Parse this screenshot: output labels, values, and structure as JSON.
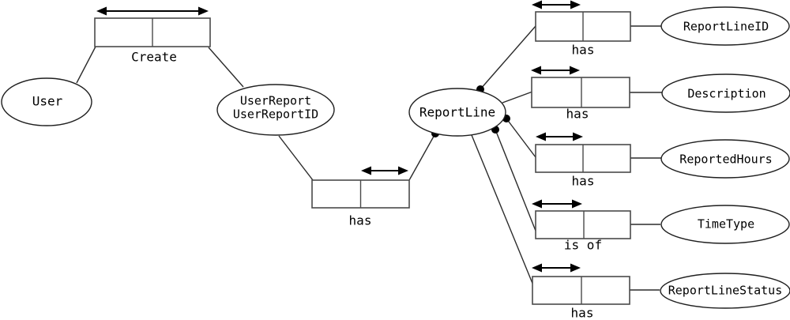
{
  "entities": {
    "user": {
      "label": "User"
    },
    "user_report": {
      "label_line1": "UserReport",
      "label_line2": "UserReportID"
    },
    "report_line": {
      "label": "ReportLine"
    }
  },
  "attributes": {
    "report_line_id": {
      "label": "ReportLineID"
    },
    "description": {
      "label": "Description"
    },
    "reported_hours": {
      "label": "ReportedHours"
    },
    "time_type": {
      "label": "TimeType"
    },
    "report_line_status": {
      "label": "ReportLineStatus"
    }
  },
  "relationships": {
    "create": {
      "label": "Create"
    },
    "user_report_has": {
      "label": "has"
    },
    "report_line_id_has": {
      "label": "has"
    },
    "description_has": {
      "label": "has"
    },
    "reported_hours_has": {
      "label": "has"
    },
    "time_type_is_of": {
      "label": "is of"
    },
    "report_line_status_has": {
      "label": "has"
    }
  },
  "colors": {
    "background": "#ffffff",
    "line": "#000000"
  }
}
